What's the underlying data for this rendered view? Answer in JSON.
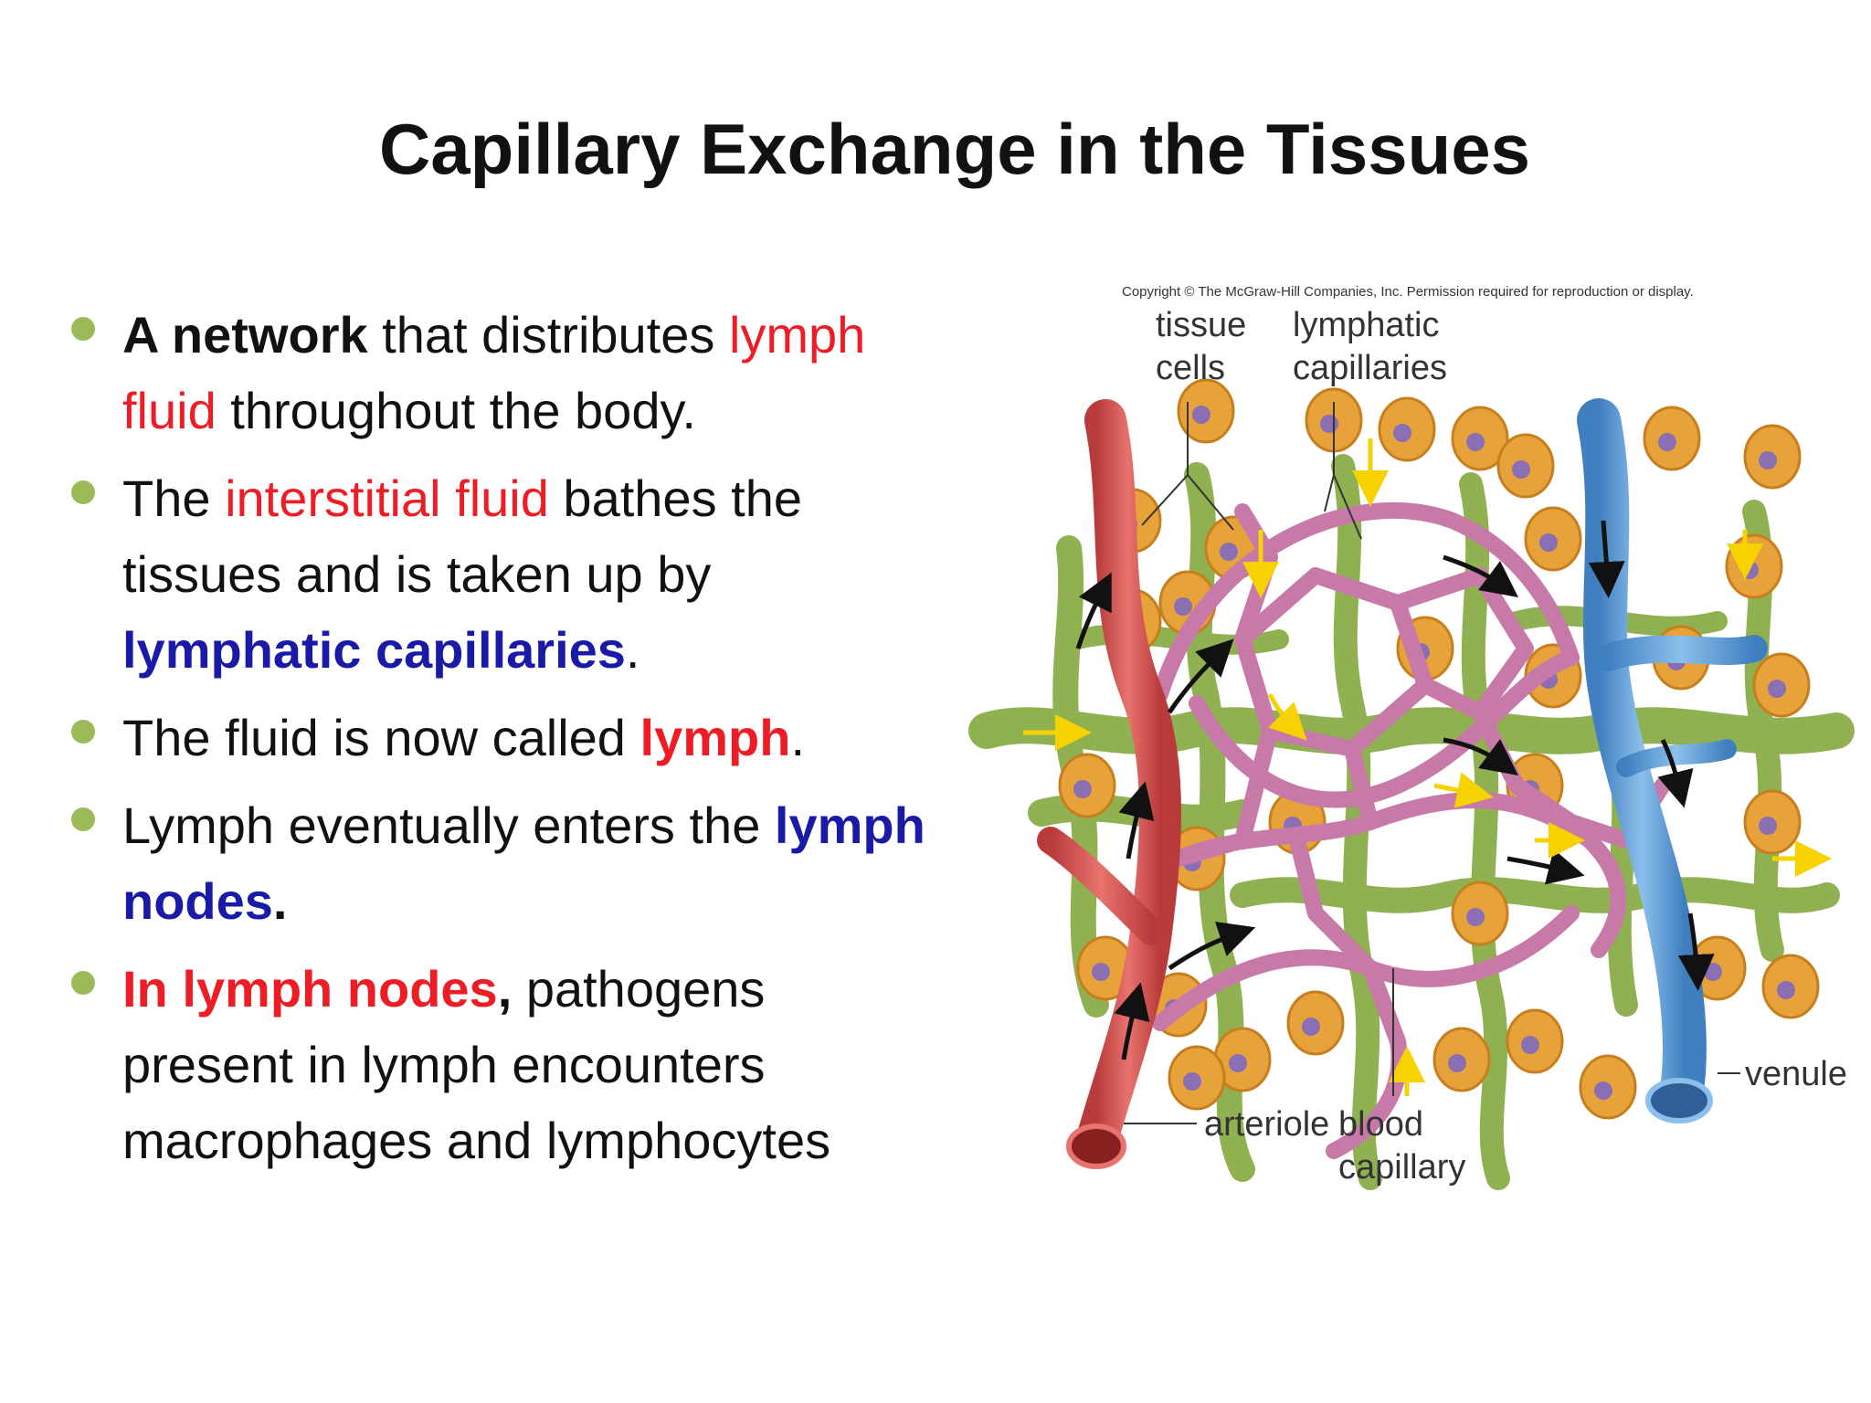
{
  "slide": {
    "title": "Capillary Exchange in the Tissues",
    "bullets": [
      {
        "parts": [
          {
            "text": "A network",
            "bold": true
          },
          {
            "text": " that distributes "
          },
          {
            "text": "lymph fluid",
            "color": "red"
          },
          {
            "text": " throughout the body."
          }
        ]
      },
      {
        "parts": [
          {
            "text": "The "
          },
          {
            "text": "interstitial fluid",
            "color": "red"
          },
          {
            "text": " bathes the tissues and is taken up by "
          },
          {
            "text": "lymphatic capillaries",
            "bold": true,
            "color": "blue"
          },
          {
            "text": "."
          }
        ]
      },
      {
        "parts": [
          {
            "text": "The fluid is now called "
          },
          {
            "text": "lymph",
            "bold": true,
            "color": "red"
          },
          {
            "text": "."
          }
        ]
      },
      {
        "parts": [
          {
            "text": "Lymph eventually enters the "
          },
          {
            "text": "lymph nodes",
            "bold": true,
            "color": "blue"
          },
          {
            "text": ".",
            "bold": true
          }
        ]
      },
      {
        "parts": [
          {
            "text": "In lymph nodes",
            "bold": true,
            "color": "red"
          },
          {
            "text": ",",
            "bold": true
          },
          {
            "text": " pathogens present in lymph encounters macrophages and lymphocytes"
          }
        ]
      }
    ]
  },
  "diagram": {
    "copyright": "Copyright © The McGraw-Hill Companies, Inc. Permission required for reproduction or display.",
    "labels": {
      "tissue_1": "tissue",
      "tissue_2": "cells",
      "lymphatic_1": "lymphatic",
      "lymphatic_2": "capillaries",
      "arteriole": "arteriole",
      "blood_1": "blood",
      "blood_2": "capillary",
      "venule": "venule"
    }
  },
  "colors": {
    "bullet_dot": "#9bbb59",
    "emphasis_red": "#ee1c25",
    "emphasis_blue": "#1a1aa8",
    "arteriole": "#d9534f",
    "venule": "#5b9bd5",
    "blood_capillary": "#c77aa8",
    "lymphatic": "#8fb151",
    "tissue_cell": "#e8a23a",
    "nucleus": "#8a6fb4"
  }
}
